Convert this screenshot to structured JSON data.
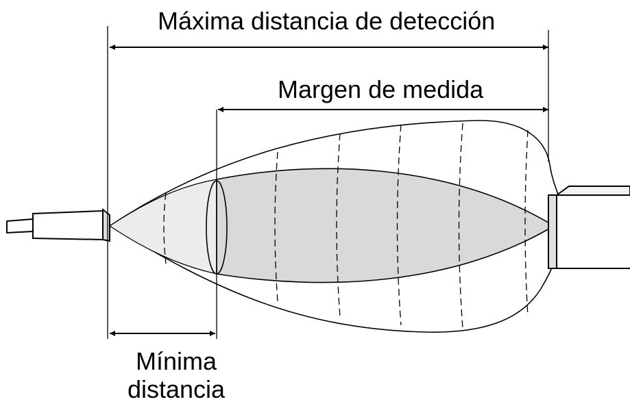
{
  "labels": {
    "max_detection": "Máxima distancia de detección",
    "measurement_range": "Margen de medida",
    "min_distance_line1": "Mínima",
    "min_distance_line2": "distancia"
  },
  "colors": {
    "measurement_zone_fill": "#d9d9d9",
    "outline": "#000000"
  }
}
